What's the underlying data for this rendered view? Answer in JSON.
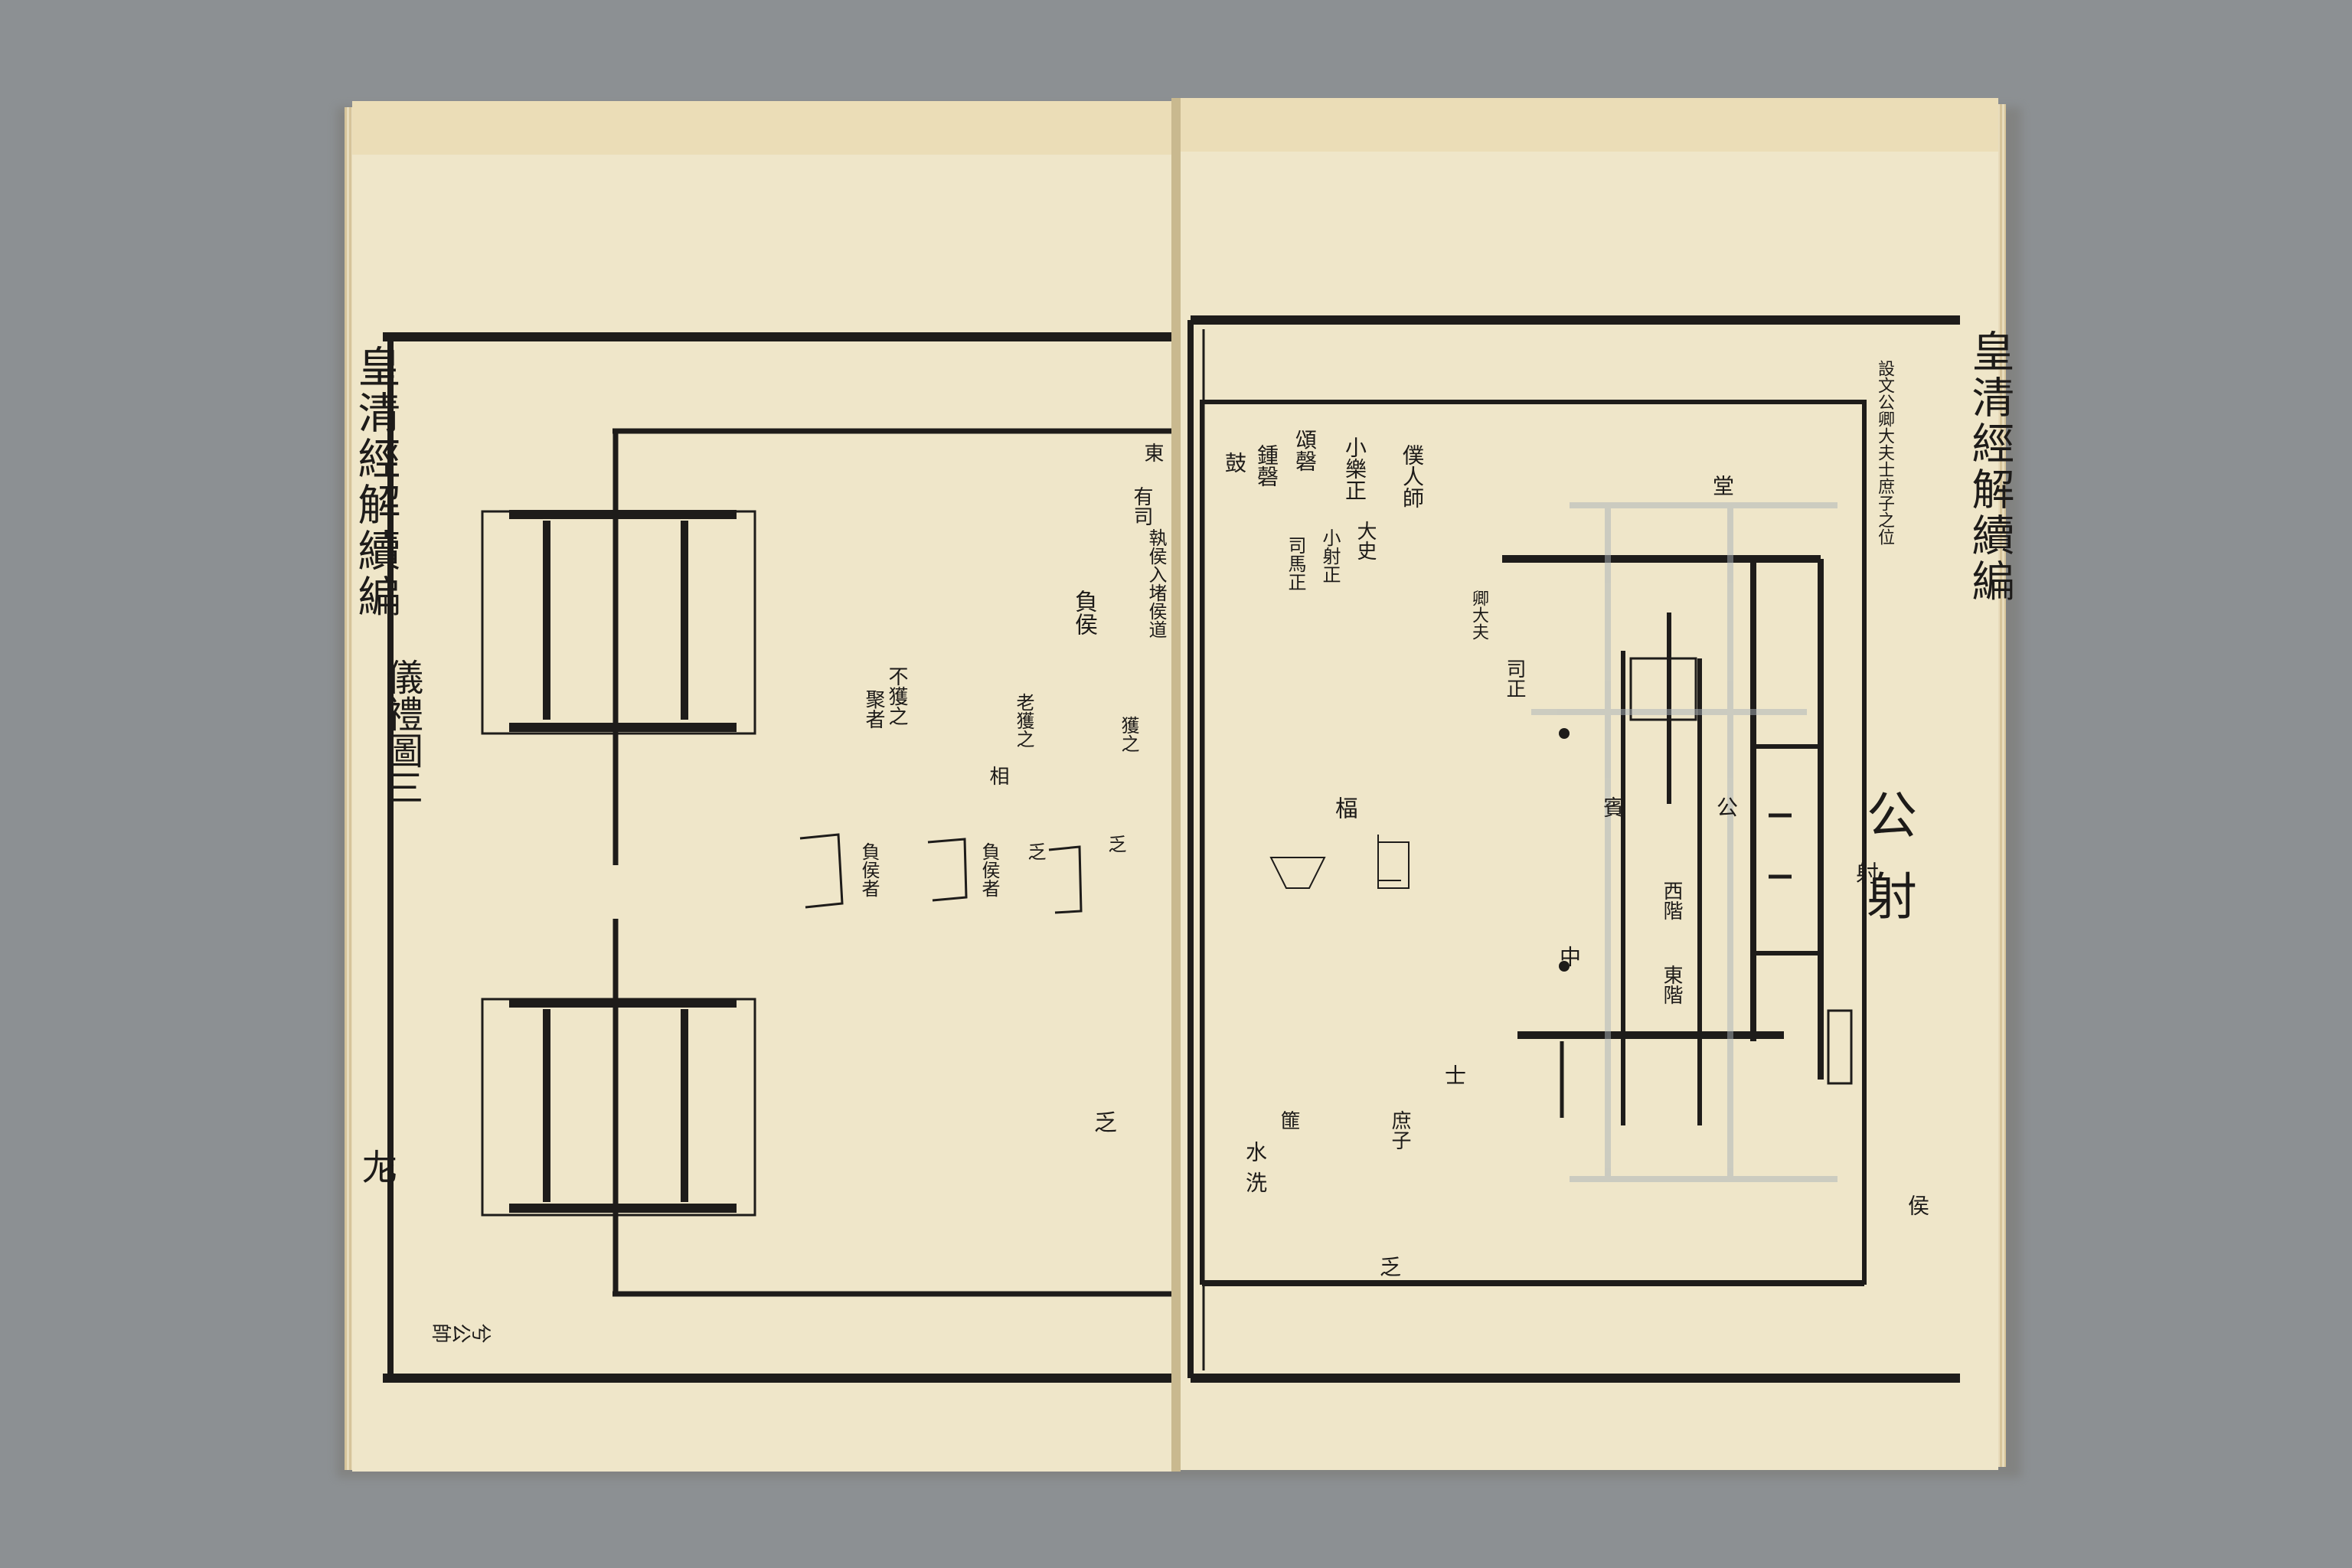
{
  "left_page": {
    "margin_title": "皇清經解續編",
    "margin_section": "儀禮圖三",
    "margin_folio": "㔫",
    "bottom_mark": "兮公帥",
    "labels": {
      "a": "東",
      "b": "有司",
      "c": "執侯入堵侯道",
      "d": "負侯",
      "e": "獲之",
      "f": "老獲之",
      "g": "不獲之",
      "h": "聚者",
      "i": "相",
      "j": "乏",
      "k": "負侯者",
      "l": "負侯者",
      "m": "乏",
      "n": "乏"
    }
  },
  "right_page": {
    "margin_title": "皇清經解續編",
    "margin_note": "設文公卿大夫士庶子之位",
    "title": "公射",
    "labels": {
      "a": "鼓",
      "b": "鍾磬",
      "c": "頌磬",
      "d": "小樂正",
      "e": "僕人師",
      "f": "大史",
      "g": "小射正",
      "h": "司馬正",
      "i": "司正",
      "j": "卿大夫",
      "k": "賓",
      "l": "公",
      "m": "士",
      "n": "庶子",
      "o": "洗",
      "p": "篚",
      "q": "水",
      "r": "堂",
      "s": "楅",
      "t": "中",
      "u": "射",
      "v": "侯",
      "w": "乏",
      "x": "西階",
      "y": "東階"
    }
  }
}
